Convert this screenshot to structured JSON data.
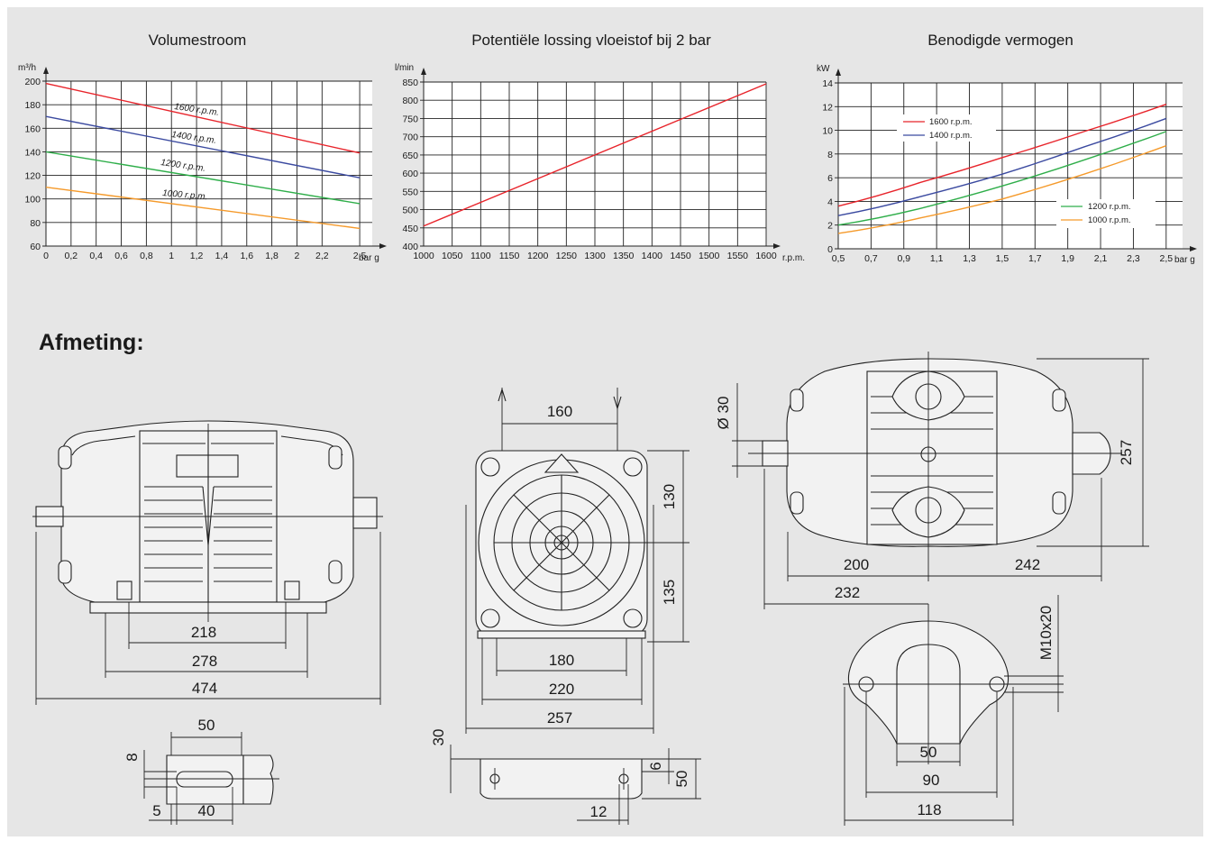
{
  "heading": "Afmeting:",
  "chart_data": [
    {
      "type": "line",
      "title": "Volumestroom",
      "ylabel": "m³/h",
      "xlabel": "bar g",
      "xlim": [
        0,
        2.6
      ],
      "ylim": [
        60,
        200
      ],
      "x_ticks": [
        {
          "v": 0,
          "t": "0"
        },
        {
          "v": 0.2,
          "t": "0,2"
        },
        {
          "v": 0.4,
          "t": "0,4"
        },
        {
          "v": 0.6,
          "t": "0,6"
        },
        {
          "v": 0.8,
          "t": "0,8"
        },
        {
          "v": 1.0,
          "t": "1"
        },
        {
          "v": 1.2,
          "t": "1,2"
        },
        {
          "v": 1.4,
          "t": "1,4"
        },
        {
          "v": 1.6,
          "t": "1,6"
        },
        {
          "v": 1.8,
          "t": "1,8"
        },
        {
          "v": 2.0,
          "t": "2"
        },
        {
          "v": 2.2,
          "t": "2,2"
        },
        {
          "v": 2.5,
          "t": "2,5"
        }
      ],
      "y_ticks": [
        {
          "v": 60,
          "t": "60"
        },
        {
          "v": 80,
          "t": "80"
        },
        {
          "v": 100,
          "t": "100"
        },
        {
          "v": 120,
          "t": "120"
        },
        {
          "v": 140,
          "t": "140"
        },
        {
          "v": 160,
          "t": "160"
        },
        {
          "v": 180,
          "t": "180"
        },
        {
          "v": 200,
          "t": "200"
        }
      ],
      "series": [
        {
          "name": "1600 r.p.m.",
          "color": "#e8242b",
          "x": [
            0,
            2.5
          ],
          "y": [
            198,
            139
          ]
        },
        {
          "name": "1400 r.p.m.",
          "color": "#3b4aa0",
          "x": [
            0,
            2.5
          ],
          "y": [
            170,
            118
          ]
        },
        {
          "name": "1200 r.p.m.",
          "color": "#2fae4a",
          "x": [
            0,
            2.5
          ],
          "y": [
            140,
            96
          ]
        },
        {
          "name": "1000 r.p.m.",
          "color": "#f59a2b",
          "x": [
            0,
            2.5
          ],
          "y": [
            110,
            75
          ]
        }
      ],
      "legend": "inline labels on curves"
    },
    {
      "type": "line",
      "title": "Potentiële lossing vloeistof bij 2 bar",
      "ylabel": "l/min",
      "xlabel": "r.p.m.",
      "xlim": [
        1000,
        1600
      ],
      "ylim": [
        400,
        850
      ],
      "x_ticks": [
        {
          "v": 1000,
          "t": "1000"
        },
        {
          "v": 1050,
          "t": "1050"
        },
        {
          "v": 1100,
          "t": "1100"
        },
        {
          "v": 1150,
          "t": "1150"
        },
        {
          "v": 1200,
          "t": "1200"
        },
        {
          "v": 1250,
          "t": "1250"
        },
        {
          "v": 1300,
          "t": "1300"
        },
        {
          "v": 1350,
          "t": "1350"
        },
        {
          "v": 1400,
          "t": "1400"
        },
        {
          "v": 1450,
          "t": "1450"
        },
        {
          "v": 1500,
          "t": "1500"
        },
        {
          "v": 1550,
          "t": "1550"
        },
        {
          "v": 1600,
          "t": "1600"
        }
      ],
      "y_ticks": [
        {
          "v": 400,
          "t": "400"
        },
        {
          "v": 450,
          "t": "450"
        },
        {
          "v": 500,
          "t": "500"
        },
        {
          "v": 550,
          "t": "550"
        },
        {
          "v": 600,
          "t": "600"
        },
        {
          "v": 650,
          "t": "650"
        },
        {
          "v": 700,
          "t": "700"
        },
        {
          "v": 750,
          "t": "750"
        },
        {
          "v": 800,
          "t": "800"
        },
        {
          "v": 850,
          "t": "850"
        }
      ],
      "series": [
        {
          "color": "#e8242b",
          "x": [
            1000,
            1600
          ],
          "y": [
            455,
            845
          ]
        }
      ]
    },
    {
      "type": "line",
      "title": "Benodigde vermogen",
      "ylabel": "kW",
      "xlabel": "bar g",
      "xlim": [
        0.5,
        2.6
      ],
      "ylim": [
        0,
        14
      ],
      "x_ticks": [
        {
          "v": 0.5,
          "t": "0,5"
        },
        {
          "v": 0.7,
          "t": "0,7"
        },
        {
          "v": 0.9,
          "t": "0,9"
        },
        {
          "v": 1.1,
          "t": "1,1"
        },
        {
          "v": 1.3,
          "t": "1,3"
        },
        {
          "v": 1.5,
          "t": "1,5"
        },
        {
          "v": 1.7,
          "t": "1,7"
        },
        {
          "v": 1.9,
          "t": "1,9"
        },
        {
          "v": 2.1,
          "t": "2,1"
        },
        {
          "v": 2.3,
          "t": "2,3"
        },
        {
          "v": 2.5,
          "t": "2,5"
        }
      ],
      "y_ticks": [
        {
          "v": 0,
          "t": "0"
        },
        {
          "v": 2,
          "t": "2"
        },
        {
          "v": 4,
          "t": "4"
        },
        {
          "v": 6,
          "t": "6"
        },
        {
          "v": 8,
          "t": "8"
        },
        {
          "v": 10,
          "t": "10"
        },
        {
          "v": 12,
          "t": "12"
        },
        {
          "v": 14,
          "t": "14"
        }
      ],
      "series": [
        {
          "name": "1600 r.p.m.",
          "color": "#e8242b",
          "x": [
            0.5,
            1.0,
            1.5,
            2.0,
            2.5
          ],
          "y": [
            3.6,
            5.6,
            7.7,
            9.9,
            12.2
          ]
        },
        {
          "name": "1400 r.p.m.",
          "color": "#3b4aa0",
          "x": [
            0.5,
            1.0,
            1.5,
            2.0,
            2.5
          ],
          "y": [
            2.8,
            4.4,
            6.3,
            8.6,
            11.0
          ]
        },
        {
          "name": "1200 r.p.m.",
          "color": "#2fae4a",
          "x": [
            0.5,
            1.0,
            1.5,
            2.0,
            2.5
          ],
          "y": [
            2.0,
            3.4,
            5.3,
            7.5,
            9.9
          ]
        },
        {
          "name": "1000 r.p.m.",
          "color": "#f59a2b",
          "x": [
            0.5,
            1.0,
            1.5,
            2.0,
            2.5
          ],
          "y": [
            1.3,
            2.6,
            4.2,
            6.3,
            8.7
          ]
        }
      ],
      "legend": "inside plot (two boxes)"
    }
  ],
  "dimensions": {
    "front_width_inner": "218",
    "front_width_feet": "278",
    "front_length_total": "474",
    "key_width": "50",
    "key_height": "8",
    "key_offset": "5",
    "key_length": "40",
    "side_top_spacing": "160",
    "side_upper_height": "130",
    "side_lower_height": "135",
    "side_base_180": "180",
    "side_base_220": "220",
    "side_base_257": "257",
    "base_foot_30": "30",
    "base_foot_6": "6",
    "base_foot_50": "50",
    "base_foot_12": "12",
    "top_shaft_diameter": "Ø 30",
    "top_height": "257",
    "top_left": "200",
    "top_right": "242",
    "top_offset": "232",
    "flange_thread": "M10x20",
    "flange_bore": "50",
    "flange_holes": "90",
    "flange_width": "118"
  }
}
